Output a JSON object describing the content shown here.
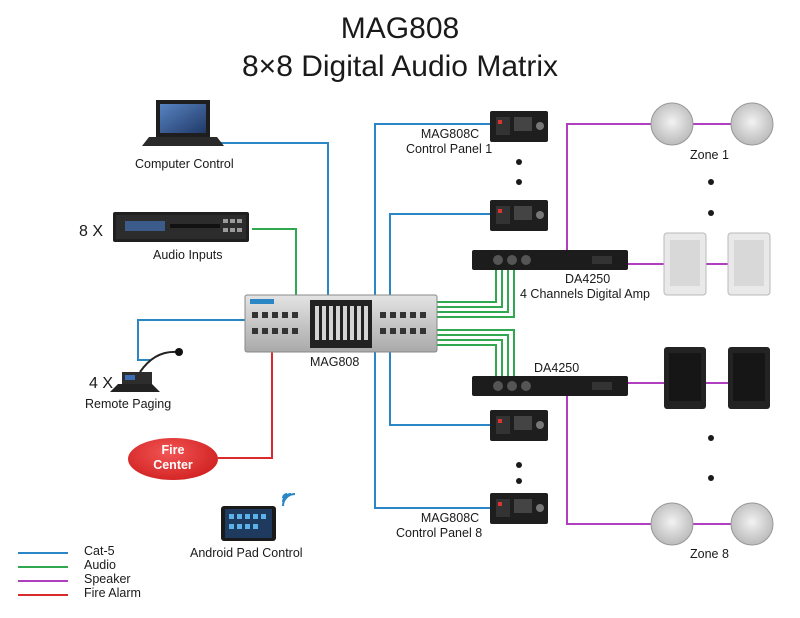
{
  "title": {
    "line1": "MAG808",
    "line2": "8×8 Digital Audio Matrix"
  },
  "nodes": {
    "computer_control": "Computer Control",
    "audio_inputs_count": "8 X",
    "audio_inputs": "Audio Inputs",
    "matrix": "MAG808",
    "remote_paging_count": "4 X",
    "remote_paging": "Remote Paging",
    "fire_center_line1": "Fire",
    "fire_center_line2": "Center",
    "android_pad": "Android Pad Control",
    "panel_top_model": "MAG808C",
    "panel_top_name": "Control Panel 1",
    "panel_bottom_model": "MAG808C",
    "panel_bottom_name": "Control Panel 8",
    "amp_top_model": "DA4250",
    "amp_top_desc": "4 Channels Digital Amp",
    "amp_bottom_model": "DA4250",
    "zone_top": "Zone  1",
    "zone_bottom": "Zone  8"
  },
  "legend": [
    {
      "label": "Cat-5",
      "color": "#2b86c5"
    },
    {
      "label": "Audio",
      "color": "#2fa84f"
    },
    {
      "label": "Speaker",
      "color": "#b03fbf"
    },
    {
      "label": "Fire Alarm",
      "color": "#d92b2b"
    }
  ],
  "colors": {
    "cat5": "#2b86c5",
    "audio": "#2fa84f",
    "speaker": "#b03fbf",
    "fire": "#d92b2b",
    "device_dark": "#1c1c1c",
    "device_silver": "#c9c9c9"
  }
}
